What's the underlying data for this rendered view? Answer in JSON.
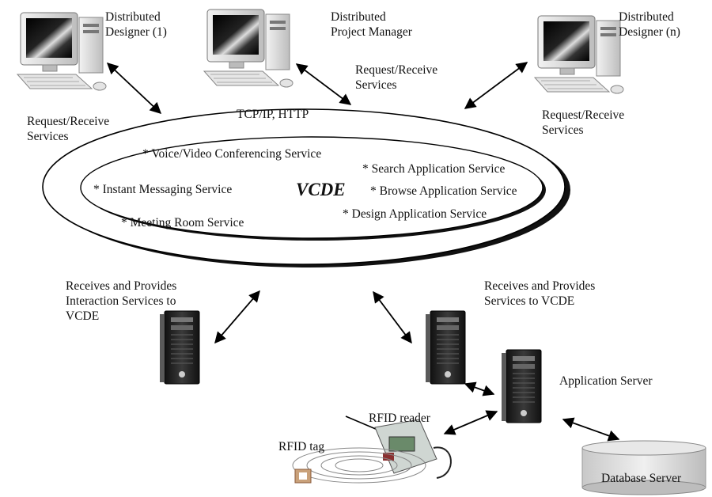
{
  "nodes": {
    "designer_1": "Distributed\nDesigner (1)",
    "project_manager": "Distributed\nProject Manager",
    "designer_n": "Distributed\nDesigner (n)",
    "interaction_server": "Receives and Provides\nInteraction Services to\nVCDE",
    "services_server": "Receives and Provides\nServices to VCDE",
    "application_server": "Application Server",
    "database_server": "Database Server",
    "rfid_reader": "RFID reader",
    "rfid_tag": "RFID tag"
  },
  "links": {
    "left": "Request/Receive\nServices",
    "middle": "Request/Receive\nServices",
    "right": "Request/Receive\nServices"
  },
  "protocol": "TCP/IP, HTTP",
  "center_label": "VCDE",
  "services": [
    "* Voice/Video Conferencing Service",
    "* Instant Messaging Service",
    "* Meeting Room Service",
    "* Search Application Service",
    "* Browse Application Service",
    "* Design Application Service"
  ]
}
